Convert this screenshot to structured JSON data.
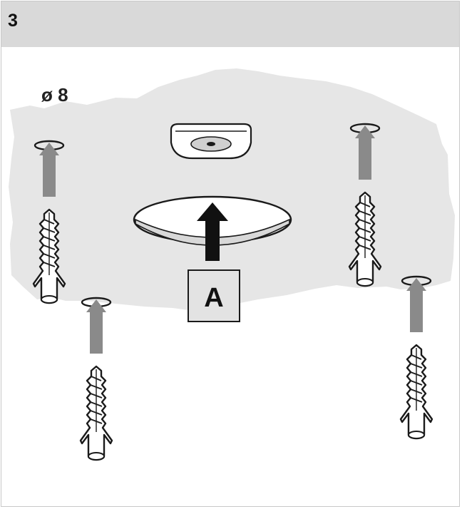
{
  "step": {
    "number": "3"
  },
  "drill": {
    "diameter_label": "ø 8"
  },
  "part": {
    "label": "A"
  },
  "colors": {
    "header_bg": "#d9d9d9",
    "ceiling_fill": "#e6e6e6",
    "arrow_gray": "#8a8a8a",
    "arrow_black": "#111111"
  },
  "icons": {
    "up_arrow": "up-arrow-icon",
    "wall_plug": "wall-plug-icon",
    "screw_tip": "screw-head-icon"
  }
}
